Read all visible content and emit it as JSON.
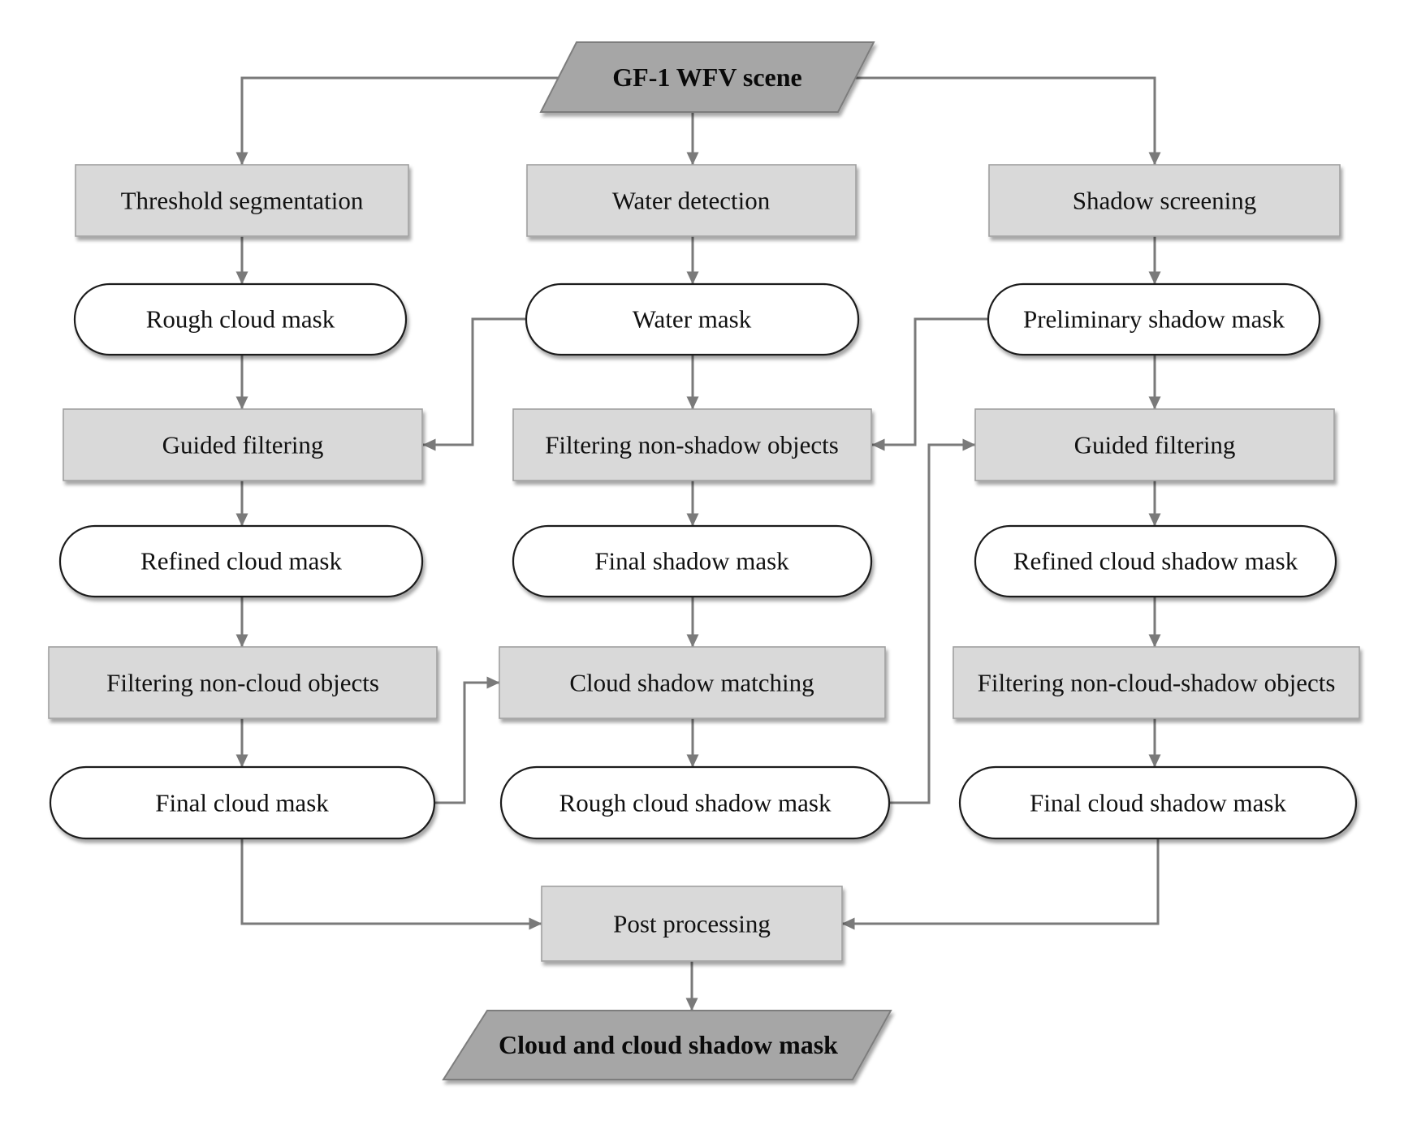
{
  "diagram": {
    "type": "flowchart",
    "description": "Processing pipeline from a GF-1 WFV scene to a combined cloud and cloud shadow mask"
  },
  "colors": {
    "background": "#ffffff",
    "process_fill": "#d9d9d9",
    "process_border": "#a0a0a0",
    "terminal_fill": "#ffffff",
    "terminal_border": "#1a1a1a",
    "io_fill": "#a6a6a6",
    "io_border": "#7d7d7d",
    "arrow": "#7a7a7a",
    "text": "#111111"
  },
  "nodes": {
    "scene": {
      "label": "GF-1 WFV scene",
      "shape": "parallelogram"
    },
    "threshold_segmentation": {
      "label": "Threshold segmentation",
      "shape": "process"
    },
    "water_detection": {
      "label": "Water detection",
      "shape": "process"
    },
    "shadow_screening": {
      "label": "Shadow screening",
      "shape": "process"
    },
    "rough_cloud_mask": {
      "label": "Rough cloud mask",
      "shape": "rounded"
    },
    "water_mask": {
      "label": "Water mask",
      "shape": "rounded"
    },
    "preliminary_shadow_mask": {
      "label": "Preliminary shadow mask",
      "shape": "rounded"
    },
    "guided_filtering_cloud": {
      "label": "Guided filtering",
      "shape": "process"
    },
    "filtering_non_shadow_objects": {
      "label": "Filtering non-shadow objects",
      "shape": "process"
    },
    "guided_filtering_shadow": {
      "label": "Guided filtering",
      "shape": "process"
    },
    "refined_cloud_mask": {
      "label": "Refined cloud mask",
      "shape": "rounded"
    },
    "final_shadow_mask": {
      "label": "Final shadow mask",
      "shape": "rounded"
    },
    "refined_cloud_shadow_mask": {
      "label": "Refined cloud shadow mask",
      "shape": "rounded"
    },
    "filtering_non_cloud_objects": {
      "label": "Filtering non-cloud objects",
      "shape": "process"
    },
    "cloud_shadow_matching": {
      "label": "Cloud shadow matching",
      "shape": "process"
    },
    "filtering_non_cloud_shadow_objects": {
      "label": "Filtering non-cloud-shadow objects",
      "shape": "process"
    },
    "final_cloud_mask": {
      "label": "Final cloud mask",
      "shape": "rounded"
    },
    "rough_cloud_shadow_mask": {
      "label": "Rough cloud shadow mask",
      "shape": "rounded"
    },
    "final_cloud_shadow_mask": {
      "label": "Final cloud shadow mask",
      "shape": "rounded"
    },
    "post_processing": {
      "label": "Post processing",
      "shape": "process"
    },
    "output_mask": {
      "label": "Cloud and cloud shadow mask",
      "shape": "parallelogram"
    }
  },
  "edges": [
    {
      "from": "scene",
      "to": "threshold_segmentation"
    },
    {
      "from": "scene",
      "to": "water_detection"
    },
    {
      "from": "scene",
      "to": "shadow_screening"
    },
    {
      "from": "threshold_segmentation",
      "to": "rough_cloud_mask"
    },
    {
      "from": "water_detection",
      "to": "water_mask"
    },
    {
      "from": "shadow_screening",
      "to": "preliminary_shadow_mask"
    },
    {
      "from": "rough_cloud_mask",
      "to": "guided_filtering_cloud"
    },
    {
      "from": "water_mask",
      "to": "filtering_non_shadow_objects"
    },
    {
      "from": "preliminary_shadow_mask",
      "to": "guided_filtering_shadow"
    },
    {
      "from": "water_mask",
      "to": "guided_filtering_cloud"
    },
    {
      "from": "preliminary_shadow_mask",
      "to": "filtering_non_shadow_objects"
    },
    {
      "from": "guided_filtering_cloud",
      "to": "refined_cloud_mask"
    },
    {
      "from": "filtering_non_shadow_objects",
      "to": "final_shadow_mask"
    },
    {
      "from": "guided_filtering_shadow",
      "to": "refined_cloud_shadow_mask"
    },
    {
      "from": "refined_cloud_mask",
      "to": "filtering_non_cloud_objects"
    },
    {
      "from": "final_shadow_mask",
      "to": "cloud_shadow_matching"
    },
    {
      "from": "refined_cloud_shadow_mask",
      "to": "filtering_non_cloud_shadow_objects"
    },
    {
      "from": "filtering_non_cloud_objects",
      "to": "final_cloud_mask"
    },
    {
      "from": "cloud_shadow_matching",
      "to": "rough_cloud_shadow_mask"
    },
    {
      "from": "filtering_non_cloud_shadow_objects",
      "to": "final_cloud_shadow_mask"
    },
    {
      "from": "final_cloud_mask",
      "to": "cloud_shadow_matching"
    },
    {
      "from": "rough_cloud_shadow_mask",
      "to": "guided_filtering_shadow"
    },
    {
      "from": "final_cloud_mask",
      "to": "post_processing"
    },
    {
      "from": "final_cloud_shadow_mask",
      "to": "post_processing"
    },
    {
      "from": "post_processing",
      "to": "output_mask"
    }
  ]
}
